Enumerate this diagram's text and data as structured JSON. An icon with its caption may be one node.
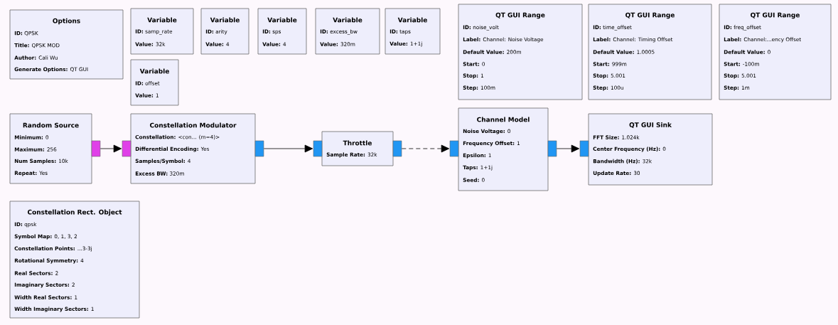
{
  "diagram": {
    "nodes": [
      {
        "text": [
          "Options",
          "**ID:** QPSK",
          "**Title:** QPSK MOD",
          "**Author:** Cali Wu",
          "**Generate Options:** QT GUI"
        ]
      },
      {
        "text": [
          "Variable",
          "**ID:** samp_rate",
          "**Value:** 32k"
        ]
      },
      {
        "text": [
          "Variable",
          "**ID:** arity",
          "**Value:** 4"
        ]
      },
      {
        "text": [
          "Variable",
          "**ID:** sps",
          "**Value:** 4"
        ]
      },
      {
        "text": [
          "Variable",
          "**ID:** excess_bw",
          "**Value:** 320m"
        ]
      },
      {
        "text": [
          "Variable",
          "**ID:** taps",
          "**Value:** 1+1j"
        ]
      },
      {
        "text": [
          "Variable",
          "**ID:** offset",
          "**Value:** 1"
        ]
      },
      {
        "text": [
          "QT GUI Range",
          "**ID:** noise_volt",
          "**Label:** Channel: Noise Voltage",
          "**Default Value:** 200m",
          "**Start:** 0",
          "**Stop:** 1",
          "**Step:** 100m"
        ]
      },
      {
        "text": [
          "QT GUI Range",
          "**ID:** time_offset",
          "**Label:** Channel: Timing Offset",
          "**Default Value:** 1.0005",
          "**Start:** 999m",
          "**Stop:** 5.001",
          "**Step:** 100u"
        ]
      },
      {
        "text": [
          "QT GUI Range",
          "**ID:** freq_offset",
          "**Label:** Channel:...ency Offset",
          "**Default Value:** 0",
          "**Start:** -100m",
          "**Stop:** 5.001",
          "**Step:** 1m"
        ]
      },
      {
        "text": [
          "Random Source",
          "**Minimum:** 0",
          "**Maximum:** 256",
          "**Num Samples:** 10k",
          "**Repeat:** Yes"
        ]
      },
      {
        "text": [
          "Constellation Modulator",
          "**Constellation:** <con... (m=4)>",
          "**Differential Encoding:** Yes",
          "**Samples/Symbol:** 4",
          "**Excess BW:** 320m"
        ]
      },
      {
        "text": [
          "Throttle",
          "**Sample Rate:** 32k"
        ]
      },
      {
        "text": [
          "Channel Model",
          "**Noise Voltage:** 0",
          "**Frequency Offset:** 1",
          "**Epsilon:** 1",
          "**Taps:** 1+1j",
          "**Seed:** 0"
        ]
      },
      {
        "text": [
          "QT GUI Sink",
          "**FFT Size:** 1.024k",
          "**Center Frequency (Hz):** 0",
          "**Bandwidth (Hz):** 32k",
          "**Update Rate:** 30"
        ]
      },
      {
        "text": [
          "Constellation Rect. Object",
          "**ID:** qpsk",
          "**Symbol Map:** 0, 1, 3, 2",
          "**Constellation Points:** ...3-3j",
          "**Rotational Symmetry:** 4",
          "**Real Sectors:** 2",
          "**Imaginary Sectors:** 2",
          "**Width Real Sectors:** 1",
          "**Width Imaginary Sectors:** 1"
        ]
      },
      {
        "text": [],
        "shape": "box"
      },
      {
        "text": [],
        "shape": "box"
      },
      {
        "text": [],
        "shape": "box"
      },
      {
        "text": [],
        "shape": "box"
      },
      {
        "text": [],
        "shape": "box"
      },
      {
        "text": [],
        "shape": "box"
      },
      {
        "text": [],
        "shape": "box"
      },
      {
        "text": [],
        "shape": "box"
      }
    ],
    "edges": [
      {
        "from": 16,
        "to": 17,
        "arrow": "to"
      },
      {
        "from": 18,
        "to": 19,
        "arrow": "to"
      },
      {
        "from": 20,
        "to": 21,
        "arrow": "to",
        "style": "dashed"
      },
      {
        "from": 22,
        "to": 23,
        "arrow": "to"
      }
    ]
  }
}
